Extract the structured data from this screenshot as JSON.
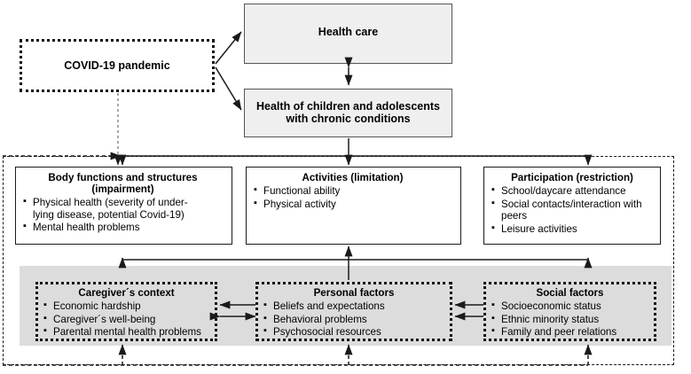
{
  "figure": {
    "kind": "conceptual-framework-diagram",
    "colors": {
      "box_fill_grey": "#efefef",
      "band_fill": "#dcdcdc",
      "line": "#1a1a1a",
      "dotted_border": "#111111"
    }
  },
  "nodes": {
    "pandemic": {
      "title": "COVID-19 pandemic",
      "style": "dotted"
    },
    "health_care": {
      "title": "Health care",
      "style": "grey-filled"
    },
    "child_health": {
      "title": "Health of children and adolescents with chronic conditions",
      "title_line1": "Health of children and adolescents",
      "title_line2": "with chronic conditions",
      "style": "grey-filled"
    },
    "body_functions": {
      "title_line1": "Body functions and structures",
      "title_line2": "(impairment)",
      "items": [
        "Physical health (severity of under-lying disease, potential Covid-19)",
        "Mental health problems"
      ],
      "items_wrapped": [
        [
          "Physical health (severity of under-",
          "lying disease, potential Covid-19)"
        ],
        [
          "Mental health problems"
        ]
      ],
      "style": "solid"
    },
    "activities": {
      "title": "Activities (limitation)",
      "items": [
        "Functional ability",
        "Physical activity"
      ],
      "style": "solid"
    },
    "participation": {
      "title": "Participation (restriction)",
      "items": [
        "School/daycare attendance",
        "Social contacts/interaction with peers",
        "Leisure activities"
      ],
      "items_wrapped": [
        [
          "School/daycare attendance"
        ],
        [
          "Social contacts/interaction with",
          "peers"
        ],
        [
          "Leisure activities"
        ]
      ],
      "style": "solid"
    },
    "caregiver": {
      "title": "Caregiver´s context",
      "items": [
        "Economic hardship",
        "Caregiver´s well-being",
        "Parental mental health problems"
      ],
      "style": "dotted"
    },
    "personal": {
      "title": "Personal factors",
      "items": [
        "Beliefs and expectations",
        "Behavioral problems",
        "Psychosocial resources"
      ],
      "style": "dotted"
    },
    "social": {
      "title": "Social factors",
      "items": [
        "Socioeconomic status",
        "Ethnic minority status",
        "Family and peer relations"
      ],
      "style": "dotted"
    }
  },
  "connectors": [
    {
      "name": "pandemic-to-health-care",
      "style": "solid",
      "arrow": "single"
    },
    {
      "name": "pandemic-to-child-health",
      "style": "solid",
      "arrow": "single"
    },
    {
      "name": "health-care-to-child-health",
      "style": "solid",
      "arrow": "double"
    },
    {
      "name": "child-health-to-icf-row",
      "style": "solid",
      "arrow": "single"
    },
    {
      "name": "pandemic-dashed-down-to-icf-row",
      "style": "dashed",
      "arrow": "single"
    },
    {
      "name": "outer-left-dashed-into-row",
      "style": "dashed",
      "arrow": "single"
    },
    {
      "name": "contextual-row-up-to-icf-row",
      "style": "solid",
      "arrow": "single"
    },
    {
      "name": "bottom-dashed-feedback-into-context-boxes",
      "style": "dashed",
      "arrow": "single"
    },
    {
      "name": "caregiver-personal-exchange",
      "style": "solid",
      "arrow": "double"
    },
    {
      "name": "personal-social-exchange",
      "style": "solid",
      "arrow": "double"
    }
  ]
}
